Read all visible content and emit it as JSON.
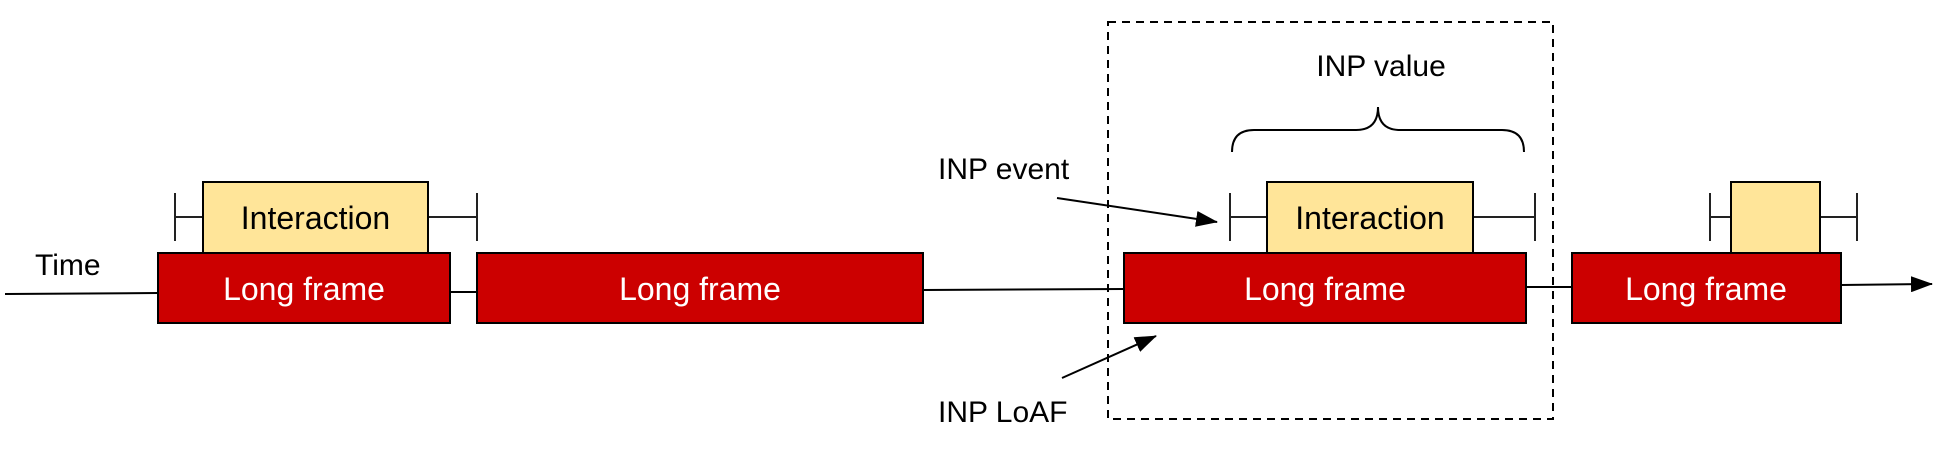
{
  "labels": {
    "time": "Time",
    "inp_value": "INP value",
    "inp_event": "INP event",
    "inp_loaf": "INP LoAF"
  },
  "frames": [
    {
      "label": "Long frame"
    },
    {
      "label": "Long frame"
    },
    {
      "label": "Long frame"
    },
    {
      "label": "Long frame"
    }
  ],
  "interactions": [
    {
      "label": "Interaction"
    },
    {
      "label": "Interaction"
    },
    {
      "label": ""
    }
  ],
  "colors": {
    "frame_fill": "#cc0000",
    "interaction_fill": "#ffe599",
    "stroke": "#000000"
  }
}
